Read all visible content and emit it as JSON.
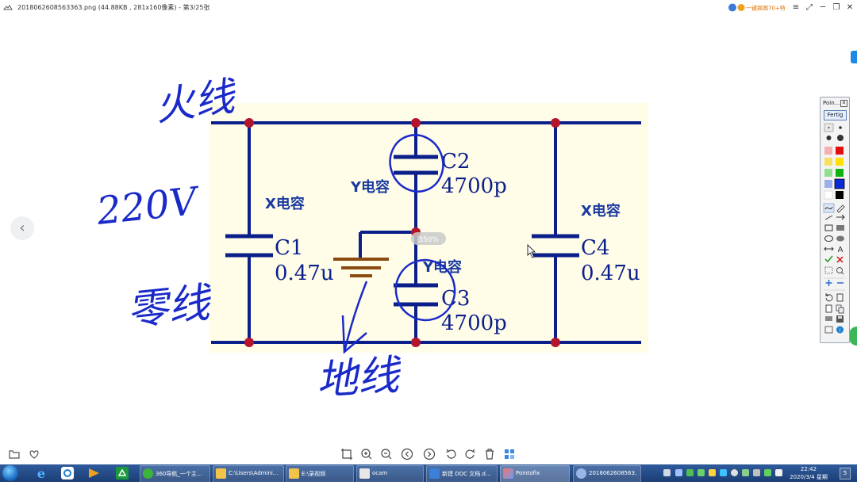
{
  "window": {
    "title": "2018062608563363.png (44.88KB , 281x160像素) - 第3/25张",
    "promo_text": "一键抠图70+特效"
  },
  "circuit": {
    "c1_name": "C1",
    "c1_value": "0.47u",
    "c1_type": "X电容",
    "c2_name": "C2",
    "c2_value": "4700p",
    "c2_type": "Y电容",
    "c3_name": "C3",
    "c3_value": "4700p",
    "c3_type": "Y电容",
    "c4_name": "C4",
    "c4_value": "0.47u",
    "c4_type": "X电容"
  },
  "annotations": {
    "live": "火线",
    "voltage": "220V",
    "neutral": "零线",
    "ground": "地线"
  },
  "zoom_badge": "350%",
  "pointofix": {
    "title": "Poin...",
    "close": "x",
    "done_button": "Fertig",
    "text_tool": "A"
  },
  "taskbar": {
    "tasks": [
      "360导航_一个主...",
      "C:\\Users\\Admini...",
      "E:\\录视频",
      "ocam",
      "新建 DOC 文档.d...",
      "Pointofix",
      "2018062608563..."
    ],
    "clock_time": "22:42",
    "clock_date": "2020/3/4 星期三",
    "notification_count": "5"
  },
  "colors": {
    "wire": "#0b1f8a",
    "node": "#b3152a",
    "schematic_bg": "#fffce8",
    "ink": "#1a2ac8",
    "taskbar": "#1f4a8a"
  }
}
